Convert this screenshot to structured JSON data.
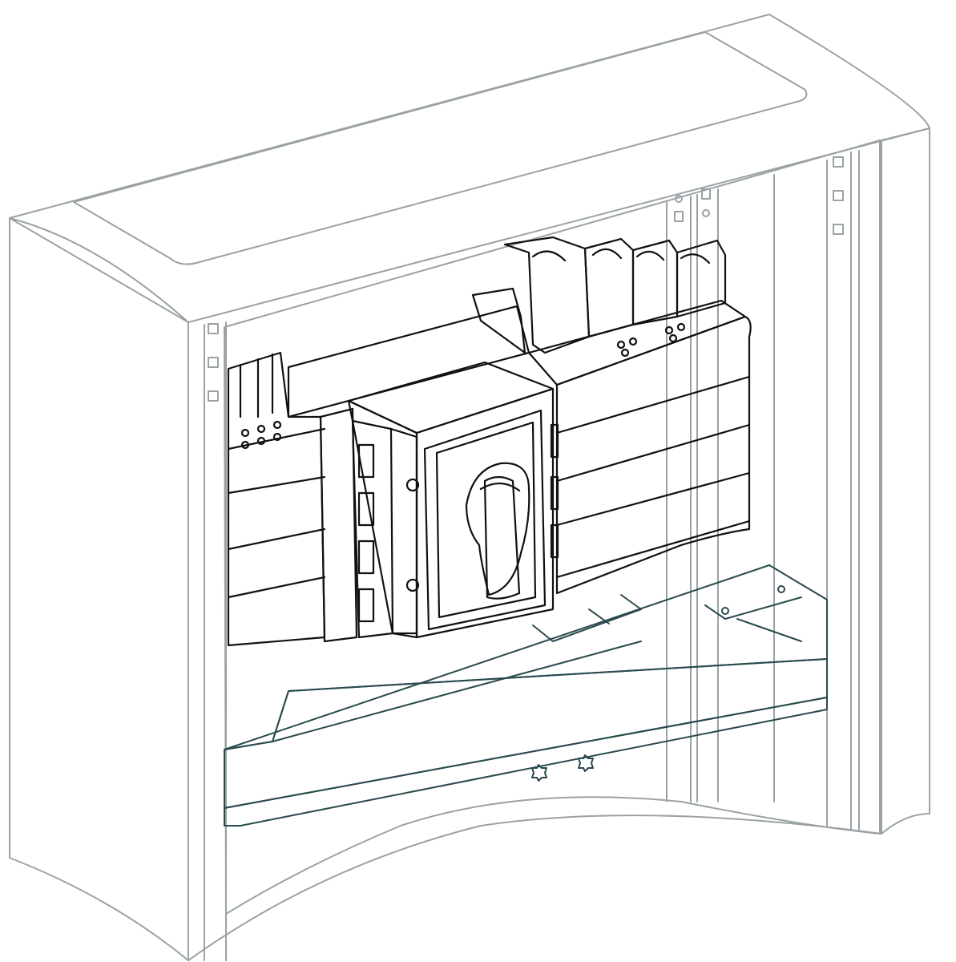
{
  "colors": {
    "enclosure_fill": "#edf0f1",
    "enclosure_stroke": "#9aa2a5",
    "component_fill": "#ffffff",
    "component_stroke": "#111111",
    "highlight_fill": "#cdf5f8",
    "highlight_stroke": "#2a4a4e",
    "background": "#ffffff"
  },
  "parts": {
    "enclosure": "enclosure",
    "busbar_system": "busbar-system",
    "switch_disconnector": "switch-disconnector",
    "rotary_handle": "rotary-handle",
    "terminal_covers": "terminal-covers",
    "mounting_plate": "mounting-plate"
  }
}
